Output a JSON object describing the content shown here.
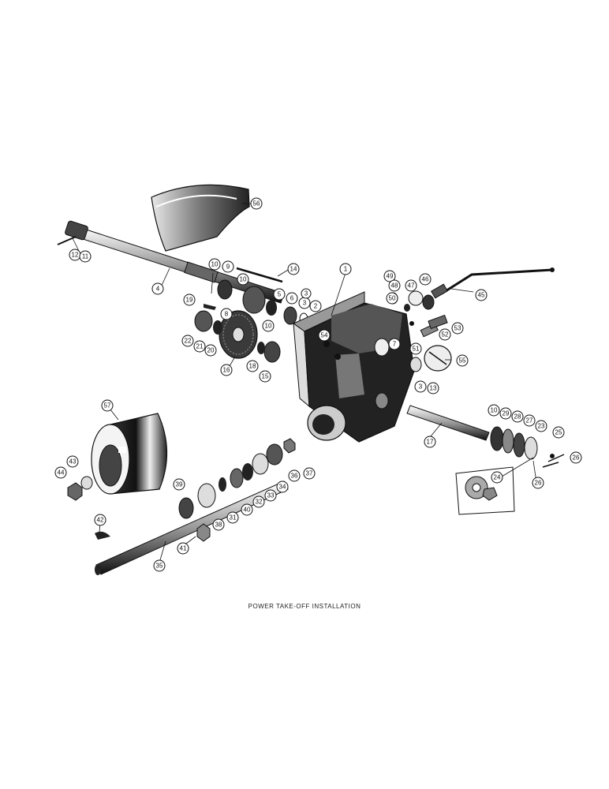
{
  "caption": "POWER TAKE-OFF INSTALLATION",
  "callouts": [
    "1",
    "2",
    "3",
    "3",
    "3",
    "4",
    "5",
    "6",
    "7",
    "8",
    "9",
    "10",
    "10",
    "10",
    "10",
    "11",
    "12",
    "13",
    "14",
    "15",
    "16",
    "17",
    "18",
    "19",
    "20",
    "21",
    "22",
    "23",
    "24",
    "25",
    "26",
    "26",
    "27",
    "28",
    "29",
    "31",
    "32",
    "33",
    "34",
    "35",
    "36",
    "37",
    "38",
    "39",
    "40",
    "41",
    "42",
    "43",
    "44",
    "45",
    "46",
    "47",
    "48",
    "49",
    "50",
    "51",
    "52",
    "53",
    "54",
    "55",
    "56",
    "57"
  ]
}
